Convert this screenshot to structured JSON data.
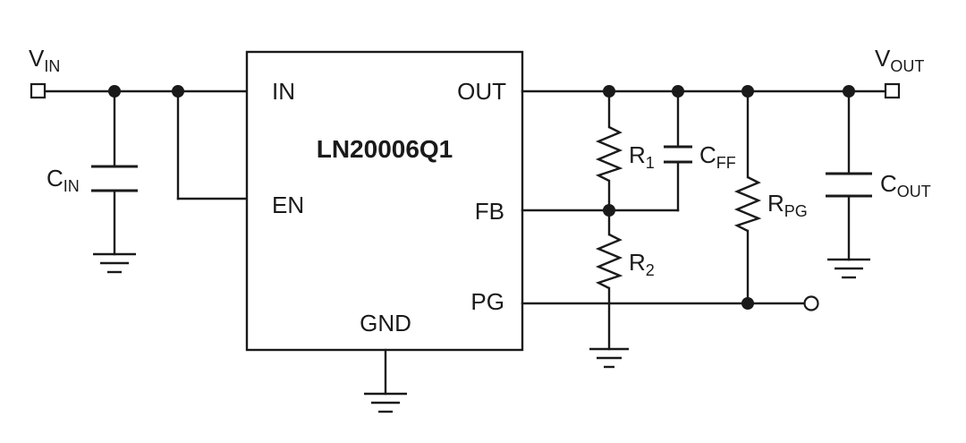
{
  "ic": {
    "name": "LN20006Q1",
    "pins": {
      "in": "IN",
      "en": "EN",
      "gnd": "GND",
      "out": "OUT",
      "fb": "FB",
      "pg": "PG"
    }
  },
  "nets": {
    "vin": {
      "main": "V",
      "sub": "IN"
    },
    "vout": {
      "main": "V",
      "sub": "OUT"
    }
  },
  "components": {
    "cin": {
      "main": "C",
      "sub": "IN"
    },
    "cout": {
      "main": "C",
      "sub": "OUT"
    },
    "r1": {
      "main": "R",
      "sub": "1"
    },
    "r2": {
      "main": "R",
      "sub": "2"
    },
    "cff": {
      "main": "C",
      "sub": "FF"
    },
    "rpg": {
      "main": "R",
      "sub": "PG"
    }
  }
}
